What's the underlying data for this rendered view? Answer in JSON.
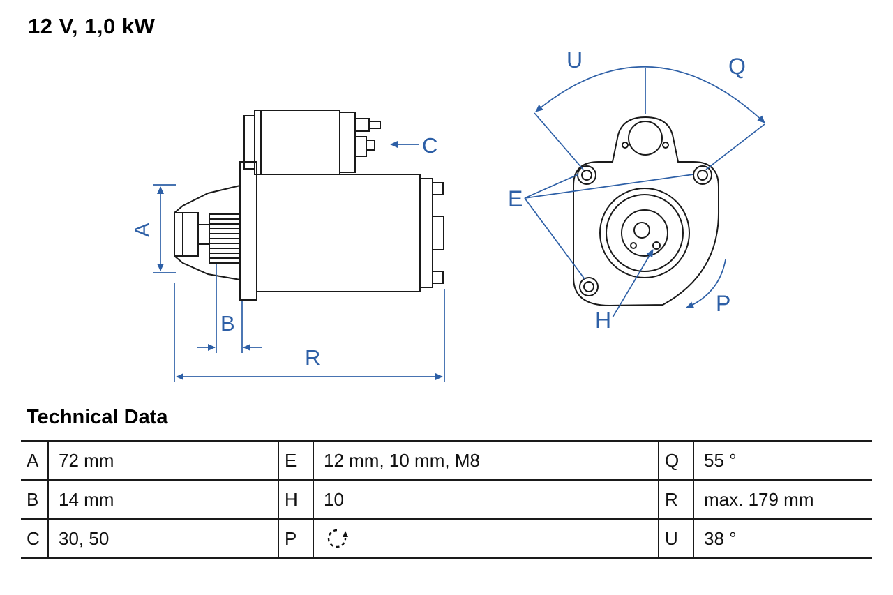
{
  "title": "12 V, 1,0 kW",
  "drawing": {
    "labels": {
      "A": "A",
      "B": "B",
      "C": "C",
      "R": "R",
      "E": "E",
      "H": "H",
      "P": "P",
      "Q": "Q",
      "U": "U"
    }
  },
  "table": {
    "heading": "Technical Data",
    "rows": [
      [
        {
          "key": "A",
          "value": "72 mm"
        },
        {
          "key": "E",
          "value": "12 mm, 10 mm, M8"
        },
        {
          "key": "Q",
          "value": "55 °"
        }
      ],
      [
        {
          "key": "B",
          "value": "14 mm"
        },
        {
          "key": "H",
          "value": "10"
        },
        {
          "key": "R",
          "value": "max. 179 mm"
        }
      ],
      [
        {
          "key": "C",
          "value": "30, 50"
        },
        {
          "key": "P",
          "value": "",
          "icon": "rotation-direction-ccw"
        },
        {
          "key": "U",
          "value": "38 °"
        }
      ]
    ]
  },
  "colors": {
    "dimension_blue": "#2d5fa6",
    "line_black": "#1a1a1a"
  }
}
